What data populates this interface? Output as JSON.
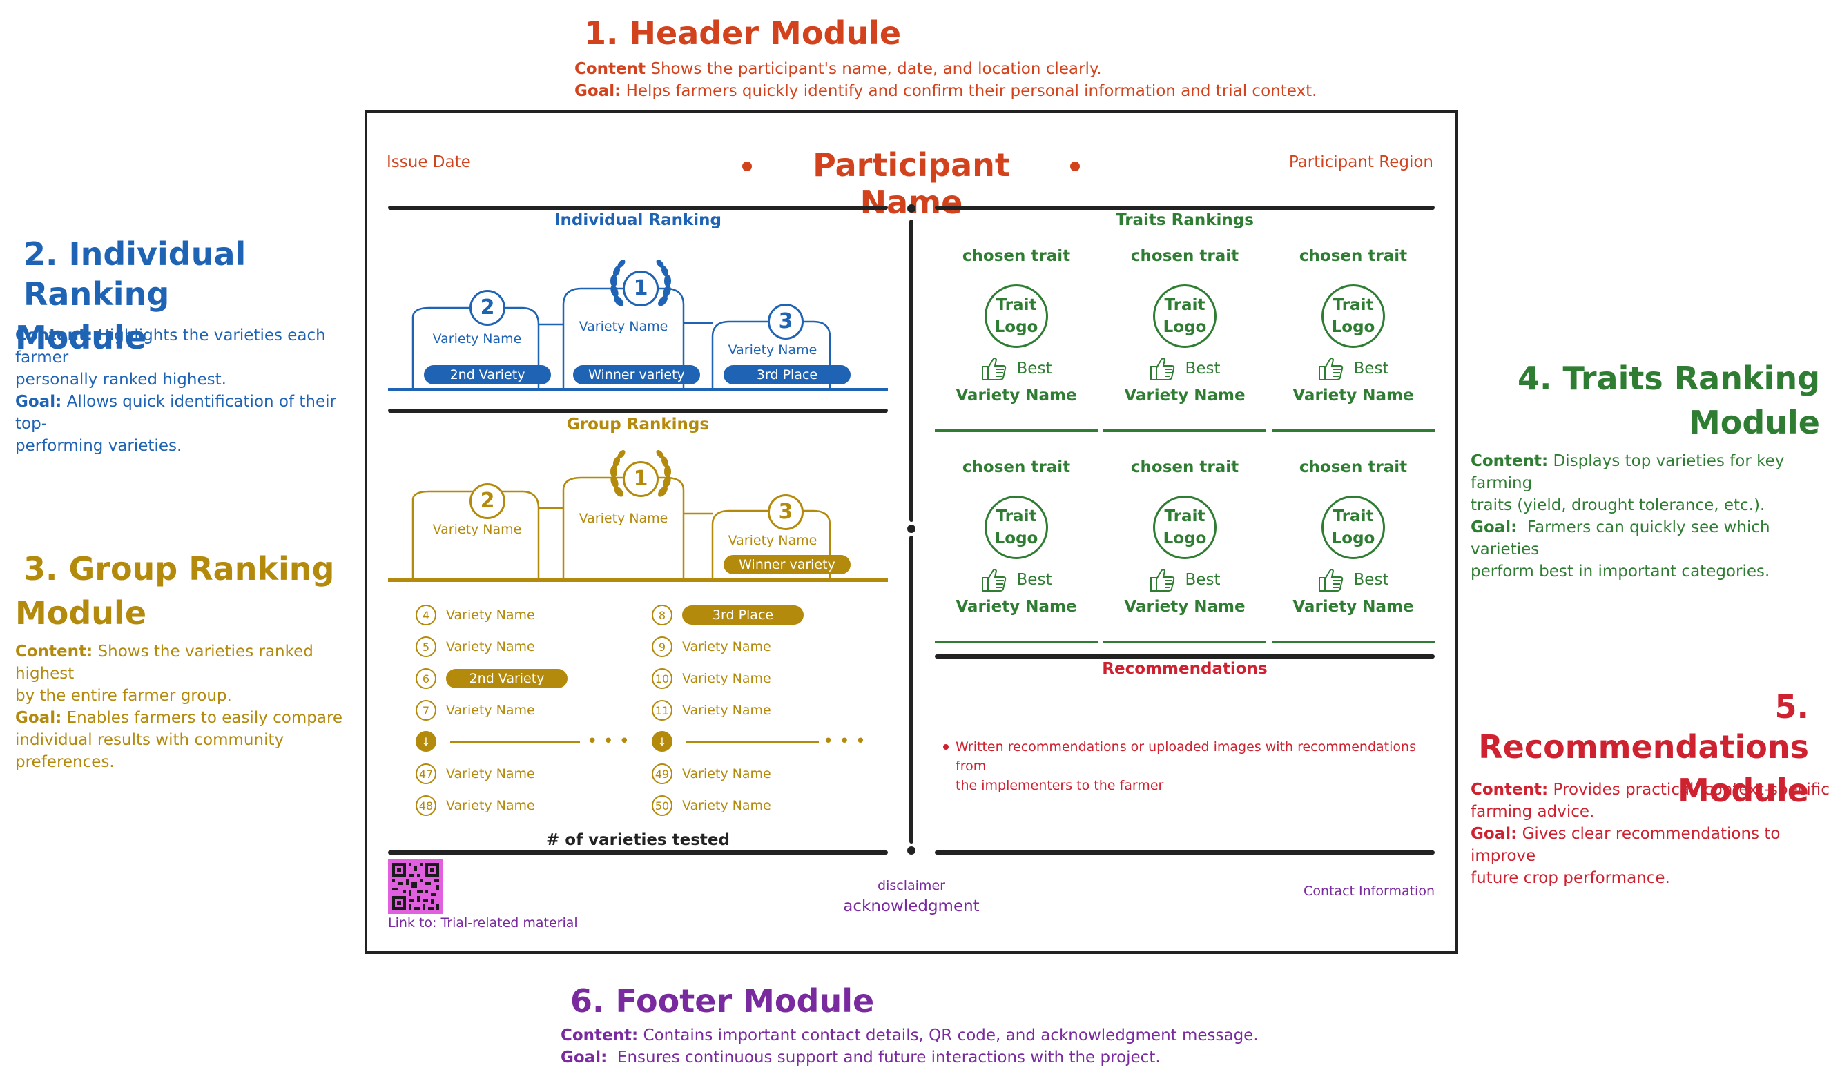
{
  "annotations": {
    "header": {
      "title": "1. Header Module",
      "content_label": "Content",
      "content": "Shows the participant's name, date, and location clearly.",
      "goal_label": "Goal:",
      "goal": "Helps farmers quickly identify and confirm their personal information and trial context."
    },
    "individual": {
      "title_line1": "2. Individual Ranking",
      "title_line2": "Module",
      "content_label": "Content:",
      "content_line1": "Highlights the varieties each farmer",
      "content_line2": "personally ranked highest.",
      "goal_label": "Goal:",
      "goal_line1": "Allows quick identification of their top-",
      "goal_line2": "performing varieties."
    },
    "group": {
      "title_line1": "3. Group Ranking",
      "title_line2": "Module",
      "content_label": "Content:",
      "content_line1": "Shows the varieties ranked highest",
      "content_line2": "by the entire farmer group.",
      "goal_label": "Goal:",
      "goal_line1": "Enables farmers to easily compare",
      "goal_line2": "individual results with community",
      "goal_line3": "preferences."
    },
    "traits": {
      "title_line1": "4. Traits Ranking",
      "title_line2": "Module",
      "content_label": "Content:",
      "content_line1": "Displays top varieties for key farming",
      "content_line2": "traits (yield, drought tolerance, etc.).",
      "goal_label": "Goal:",
      "goal_line1": "Farmers can quickly see which varieties",
      "goal_line2": "perform best in important categories."
    },
    "recommendations": {
      "title_line1": "5. Recommendations",
      "title_line2": "Module",
      "content_label": "Content:",
      "content_line1": "Provides practical, context-specific",
      "content_line2": "farming advice.",
      "goal_label": "Goal:",
      "goal_line1": "Gives clear recommendations to improve",
      "goal_line2": "future crop performance."
    },
    "footer": {
      "title": "6. Footer Module",
      "content_label": "Content:",
      "content": "Contains important contact details, QR code, and acknowledgment message.",
      "goal_label": "Goal:",
      "goal": "Ensures continuous support and future interactions with the project."
    }
  },
  "card": {
    "issue_date": "Issue Date",
    "participant_name": "Participant Name",
    "participant_region": "Participant Region",
    "individual_ranking": {
      "title": "Individual Ranking",
      "first": {
        "rank": "1",
        "variety": "Variety Name",
        "label": "Winner variety"
      },
      "second": {
        "rank": "2",
        "variety": "Variety Name",
        "label": "2nd Variety"
      },
      "third": {
        "rank": "3",
        "variety": "Variety Name",
        "label": "3rd Place"
      }
    },
    "group_rankings": {
      "title": "Group Rankings",
      "first": {
        "rank": "1",
        "variety": "Variety Name"
      },
      "second": {
        "rank": "2",
        "variety": "Variety Name"
      },
      "third": {
        "rank": "3",
        "variety": "Variety Name",
        "label": "Winner variety"
      },
      "list_left": [
        {
          "rank": "4",
          "text": "Variety Name",
          "pill": false
        },
        {
          "rank": "5",
          "text": "Variety Name",
          "pill": false
        },
        {
          "rank": "6",
          "text": "2nd Variety",
          "pill": true
        },
        {
          "rank": "7",
          "text": "Variety Name",
          "pill": false
        },
        {
          "rank": "47",
          "text": "Variety Name",
          "pill": false
        },
        {
          "rank": "48",
          "text": "Variety Name",
          "pill": false
        }
      ],
      "list_right": [
        {
          "rank": "8",
          "text": "3rd Place",
          "pill": true
        },
        {
          "rank": "9",
          "text": "Variety Name",
          "pill": false
        },
        {
          "rank": "10",
          "text": "Variety Name",
          "pill": false
        },
        {
          "rank": "11",
          "text": "Variety Name",
          "pill": false
        },
        {
          "rank": "49",
          "text": "Variety Name",
          "pill": false
        },
        {
          "rank": "50",
          "text": "Variety Name",
          "pill": false
        }
      ],
      "down_arrow": "↓",
      "ellipsis": "•••",
      "varieties_tested": "# of varieties tested"
    },
    "traits_rankings": {
      "title": "Traits Rankings",
      "trait_name": "chosen trait",
      "logo_line1": "Trait",
      "logo_line2": "Logo",
      "best": "Best",
      "variety": "Variety Name"
    },
    "recommendations": {
      "title": "Recommendations",
      "text_line1": "Written recommendations or uploaded images with recommendations from",
      "text_line2": "the implementers to the farmer"
    },
    "footer": {
      "link": "Link to: Trial-related material",
      "disclaimer": "disclaimer",
      "acknowledgment": "acknowledgment",
      "contact": "Contact Information"
    }
  },
  "colors": {
    "header": "#d2431d",
    "individual": "#1f63b4",
    "group": "#b38a0c",
    "traits": "#2e7d32",
    "recommendations": "#cf2230",
    "footer": "#7a2a9f",
    "qr_background": "#e060e0"
  },
  "icons": [
    "laurel-wreath-icon",
    "thumbs-up-icon",
    "qr-code-icon",
    "down-arrow-icon"
  ]
}
